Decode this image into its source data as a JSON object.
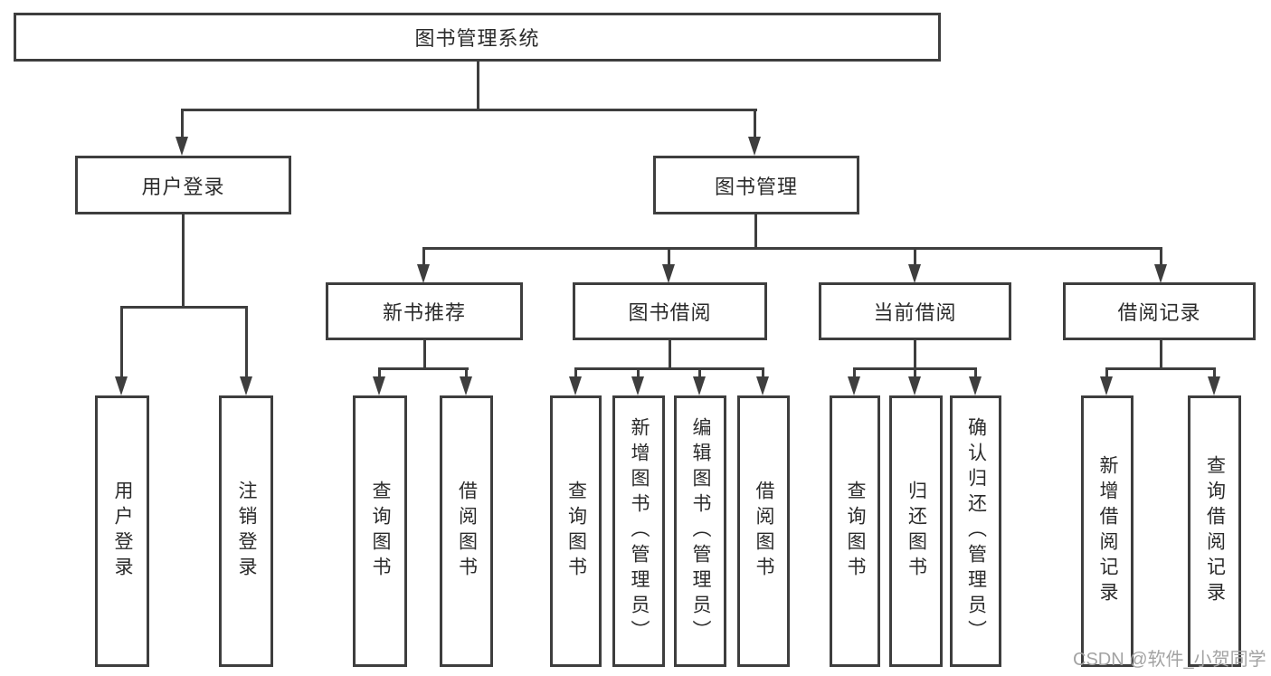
{
  "tree": {
    "label": "图书管理系统",
    "children": [
      {
        "label": "用户登录",
        "children": [
          {
            "label": "用户登录"
          },
          {
            "label": "注销登录"
          }
        ]
      },
      {
        "label": "图书管理",
        "children": [
          {
            "label": "新书推荐",
            "children": [
              {
                "label": "查询图书"
              },
              {
                "label": "借阅图书"
              }
            ]
          },
          {
            "label": "图书借阅",
            "children": [
              {
                "label": "查询图书"
              },
              {
                "label": "新增图书（管理员）"
              },
              {
                "label": "编辑图书（管理员）"
              },
              {
                "label": "借阅图书"
              }
            ]
          },
          {
            "label": "当前借阅",
            "children": [
              {
                "label": "查询图书"
              },
              {
                "label": "归还图书"
              },
              {
                "label": "确认归还（管理员）"
              }
            ]
          },
          {
            "label": "借阅记录",
            "children": [
              {
                "label": "新增借阅记录"
              },
              {
                "label": "查询借阅记录"
              }
            ]
          }
        ]
      }
    ]
  },
  "watermark": {
    "text": "CSDN @软件_小贺同学"
  },
  "colors": {
    "line": "#3e3e3e",
    "text": "#2b2b2b",
    "watermark": "#a3a3a3"
  }
}
